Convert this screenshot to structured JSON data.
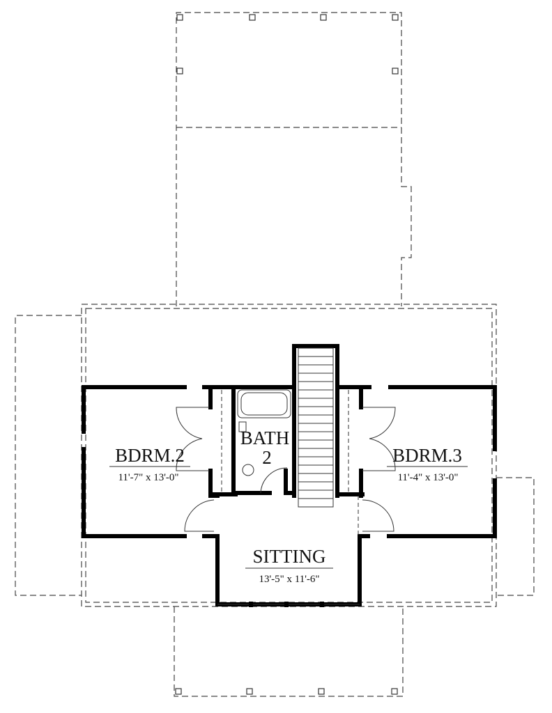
{
  "rooms": {
    "bdrm2": {
      "name": "BDRM.2",
      "size": "11'-7\" x 13'-0\""
    },
    "bath2": {
      "name": "BATH",
      "number": "2"
    },
    "bdrm3": {
      "name": "BDRM.3",
      "size": "11'-4\" x 13'-0\""
    },
    "sitting": {
      "name": "SITTING",
      "size": "13'-5\" x 11'-6\""
    }
  }
}
